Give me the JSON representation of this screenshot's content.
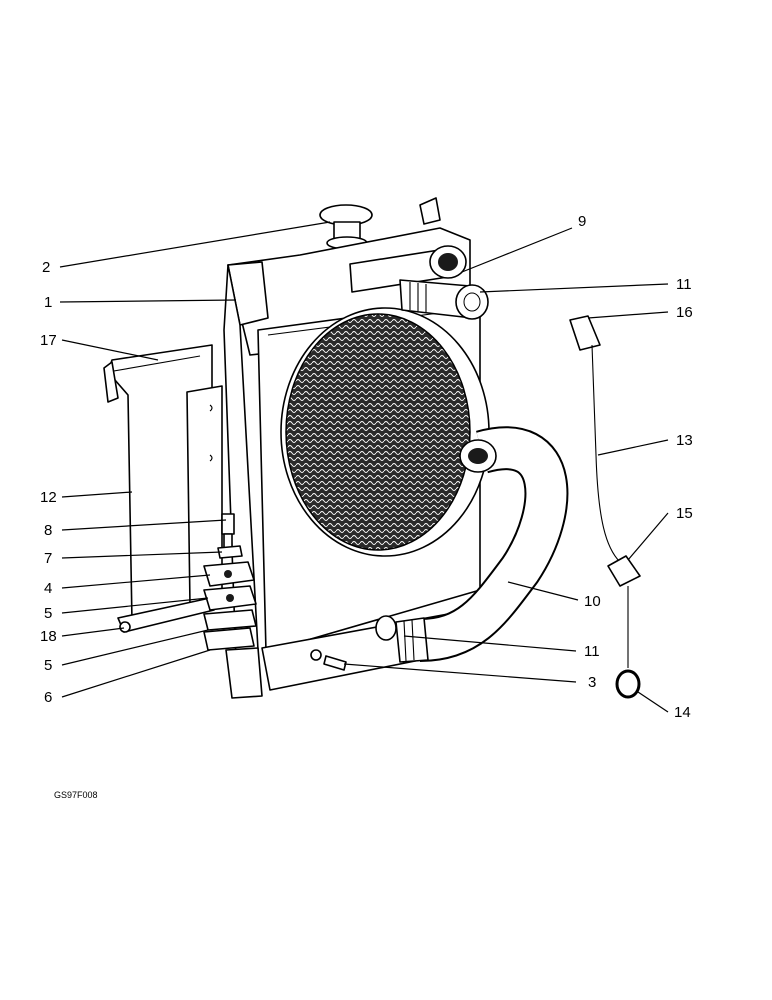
{
  "figure_code": "GS97F008",
  "callouts": [
    {
      "id": "c1",
      "text": "1"
    },
    {
      "id": "c2",
      "text": "2"
    },
    {
      "id": "c3",
      "text": "3"
    },
    {
      "id": "c4",
      "text": "4"
    },
    {
      "id": "c5a",
      "text": "5"
    },
    {
      "id": "c5b",
      "text": "5"
    },
    {
      "id": "c6",
      "text": "6"
    },
    {
      "id": "c7",
      "text": "7"
    },
    {
      "id": "c8",
      "text": "8"
    },
    {
      "id": "c9",
      "text": "9"
    },
    {
      "id": "c10",
      "text": "10"
    },
    {
      "id": "c11a",
      "text": "11"
    },
    {
      "id": "c11b",
      "text": "11"
    },
    {
      "id": "c12",
      "text": "12"
    },
    {
      "id": "c13",
      "text": "13"
    },
    {
      "id": "c14",
      "text": "14"
    },
    {
      "id": "c15",
      "text": "15"
    },
    {
      "id": "c16",
      "text": "16"
    },
    {
      "id": "c17",
      "text": "17"
    },
    {
      "id": "c18",
      "text": "18"
    }
  ]
}
